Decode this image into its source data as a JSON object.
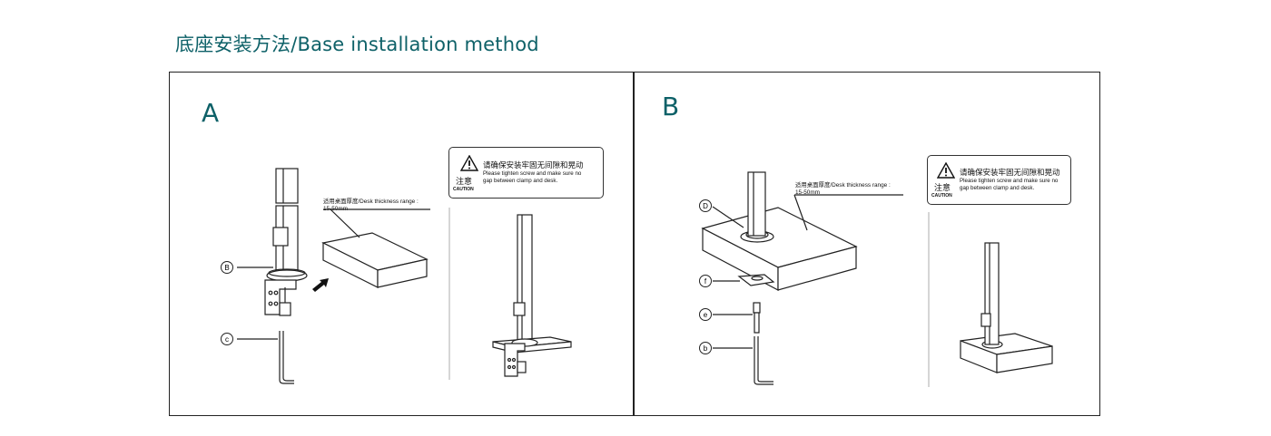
{
  "page": {
    "title": "底座安装方法/Base installation method",
    "accent_color": "#0e6168",
    "line_color": "#222222"
  },
  "panel_a": {
    "letter": "A",
    "caution": {
      "icon": "warning-triangle-icon",
      "zh_note": "注意",
      "en_note": "CAUTION",
      "zh_message": "请确保安装牢固无间隙和晃动",
      "en_message": "Please tighten screw and make sure no gap between clamp and desk."
    },
    "range_label": "适用桌面厚度/Desk thickness range :",
    "range_value": "15-50mm",
    "callouts": [
      "B",
      "c"
    ],
    "arrow_icon": "arrow-right-icon"
  },
  "panel_b": {
    "letter": "B",
    "caution": {
      "icon": "warning-triangle-icon",
      "zh_note": "注意",
      "en_note": "CAUTION",
      "zh_message": "请确保安装牢固无间隙和晃动",
      "en_message": "Please tighten screw and make sure no gap between clamp and desk."
    },
    "range_label": "适用桌面厚度/Desk thickness range :",
    "range_value": "15-50mm",
    "callouts": [
      "D",
      "f",
      "e",
      "b"
    ]
  }
}
